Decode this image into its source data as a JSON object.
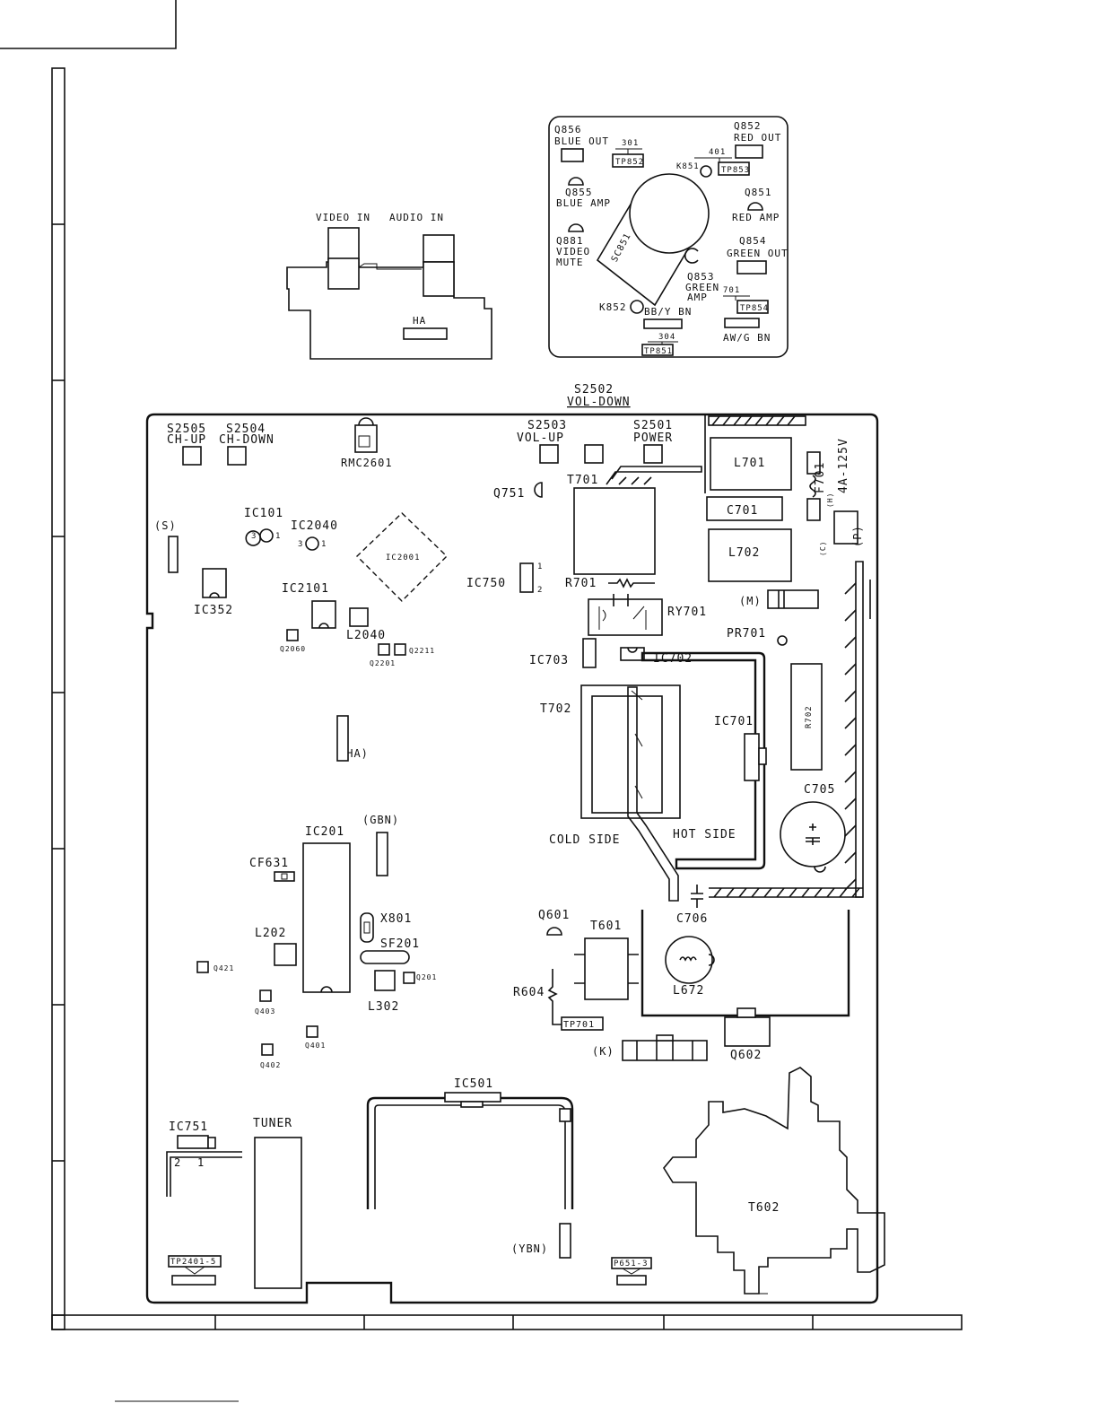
{
  "labels": {
    "q856": "Q856",
    "blue_out": "BLUE OUT",
    "n301": "301",
    "tp852": "TP852",
    "q852": "Q852",
    "red_out": "RED OUT",
    "n401": "401",
    "k851": "K851",
    "tp853": "TP853",
    "q855": "Q855",
    "blue_amp": "BLUE AMP",
    "q851": "Q851",
    "red_amp": "RED AMP",
    "q881": "Q881",
    "video": "VIDEO",
    "mute": "MUTE",
    "sc851": "SC851",
    "q854": "Q854",
    "green_out": "GREEN OUT",
    "q853": "Q853",
    "green": "GREEN",
    "amp": "AMP",
    "n701": "701",
    "tp854": "TP854",
    "k852": "K852",
    "bby_bn": "BB/Y BN",
    "n304": "304",
    "tp851": "TP851",
    "awg_bn": "AW/G BN",
    "video_in": "VIDEO IN",
    "audio_in": "AUDIO IN",
    "ha": "HA",
    "s2502": "S2502",
    "vol_down": "VOL-DOWN",
    "s2505": "S2505",
    "ch_up": "CH-UP",
    "s2504": "S2504",
    "ch_down": "CH-DOWN",
    "rmc2601": "RMC2601",
    "s2503": "S2503",
    "vol_up": "VOL-UP",
    "s2501": "S2501",
    "power": "POWER",
    "l701": "L701",
    "f701": "F701",
    "f701_rating": "4A-125V",
    "q751": "Q751",
    "t701": "T701",
    "c701": "C701",
    "p": "(P)",
    "h": "(H)",
    "c": "(C)",
    "s": "(S)",
    "ic101": "IC101",
    "ic2040": "IC2040",
    "ic2001": "IC2001",
    "l702": "L702",
    "ic750": "IC750",
    "pin1": "1",
    "pin2": "2",
    "pin3": "3",
    "r701": "R701",
    "ic352": "IC352",
    "ic2101": "IC2101",
    "m": "(M)",
    "ry701": "RY701",
    "l2040": "L2040",
    "q2060": "Q2060",
    "q2201": "Q2201",
    "q2211": "Q2211",
    "pr701": "PR701",
    "ic703": "IC703",
    "ic702": "IC702",
    "t702": "T702",
    "r702": "R702",
    "ic701": "IC701",
    "ha_conn": "(HA)",
    "c705": "C705",
    "gbn": "(GBN)",
    "ic201": "IC201",
    "cold_side": "COLD SIDE",
    "hot_side": "HOT SIDE",
    "cf631": "CF631",
    "x801": "X801",
    "c706": "C706",
    "q601": "Q601",
    "t601": "T601",
    "l202": "L202",
    "sf201": "SF201",
    "l672": "L672",
    "q421": "Q421",
    "q201": "Q201",
    "r604": "R604",
    "q403": "Q403",
    "l302": "L302",
    "tp701": "TP701",
    "q401": "Q401",
    "k": "(K)",
    "q602": "Q602",
    "q402": "Q402",
    "ic501": "IC501",
    "ic751": "IC751",
    "tuner": "TUNER",
    "t602": "T602",
    "ybn": "(YBN)",
    "tp2401": "TP2401-5",
    "p651": "P651-3"
  }
}
